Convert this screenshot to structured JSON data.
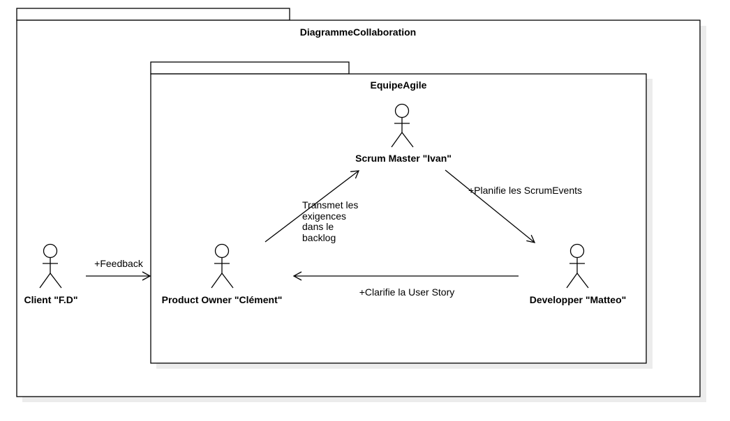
{
  "diagram": {
    "outer_package": {
      "name": "DiagrammeCollaboration"
    },
    "inner_package": {
      "name": "EquipeAgile"
    },
    "actors": {
      "client": {
        "label": "Client \"F.D\""
      },
      "product_owner": {
        "label": "Product Owner \"Clément\""
      },
      "scrum_master": {
        "label": "Scrum Master \"Ivan\""
      },
      "developer": {
        "label": "Developper \"Matteo\""
      }
    },
    "edges": {
      "feedback": {
        "label": "+Feedback"
      },
      "transmet": {
        "label_lines": [
          "Transmet les",
          "exigences",
          "dans le",
          "backlog"
        ]
      },
      "planifie": {
        "label": "+Planifie les ScrumEvents"
      },
      "clarifie": {
        "label": "+Clarifie la User Story"
      }
    }
  }
}
